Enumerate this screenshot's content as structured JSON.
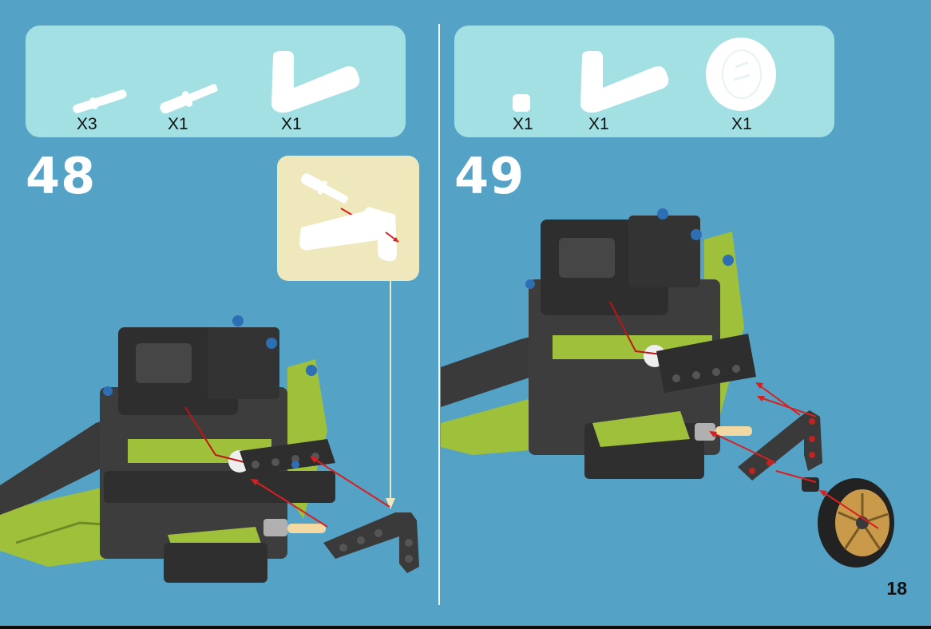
{
  "step48": {
    "number": "48",
    "parts": [
      {
        "icon": "pin-icon",
        "qty": "X3"
      },
      {
        "icon": "axle-pin-icon",
        "qty": "X1"
      },
      {
        "icon": "angled-beam-icon",
        "qty": "X1"
      }
    ]
  },
  "step49": {
    "number": "49",
    "parts": [
      {
        "icon": "bush-icon",
        "qty": "X1"
      },
      {
        "icon": "angled-beam-icon",
        "qty": "X1"
      },
      {
        "icon": "wheel-icon",
        "qty": "X1"
      }
    ]
  },
  "page_number": "18",
  "colors": {
    "background": "#54a2c6",
    "parts_panel": "#a3e0e3",
    "callout": "#efe8bd",
    "model_dark": "#3d3d3d",
    "model_lime": "#9fc03b",
    "arrow": "#d8201f",
    "rim": "#c99a4a"
  }
}
